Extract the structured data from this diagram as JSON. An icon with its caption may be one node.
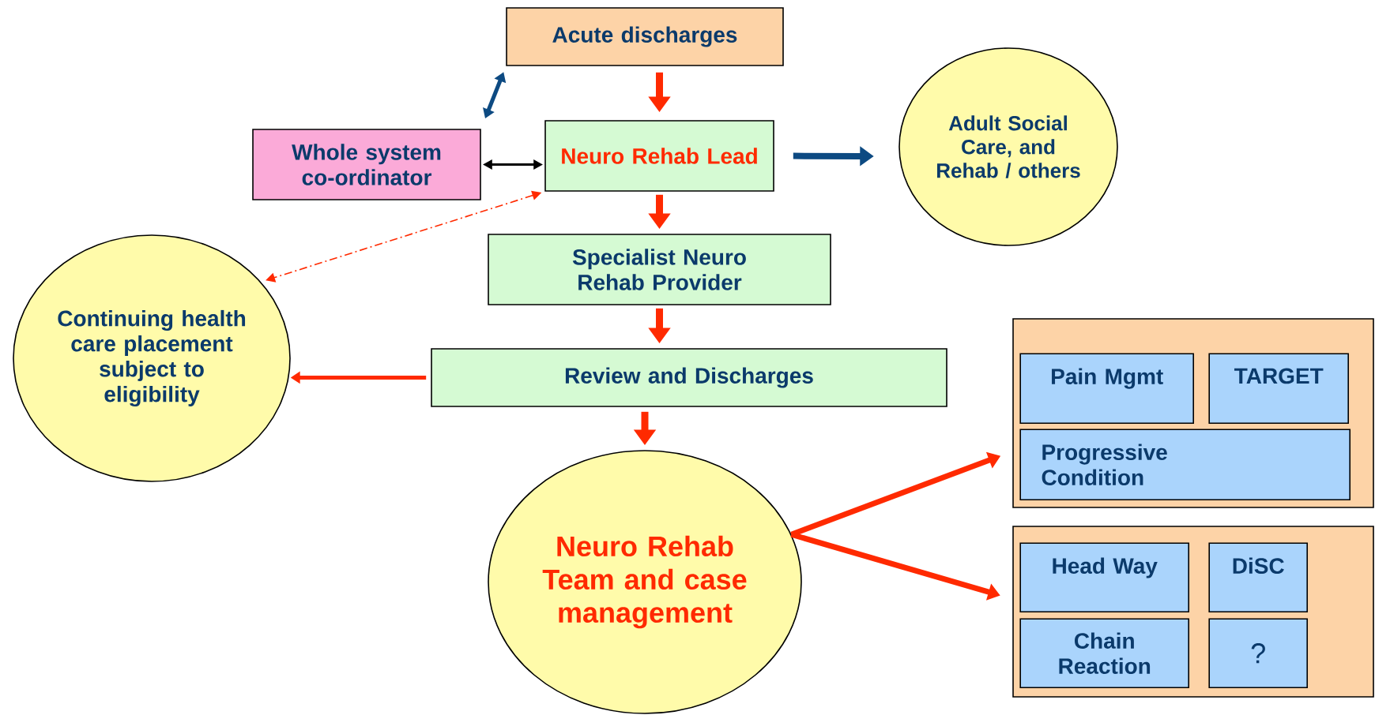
{
  "diagram": {
    "nodes": [
      {
        "text": [
          "Acute discharges"
        ]
      },
      {
        "text": [
          "Whole system co-ordinator"
        ]
      },
      {
        "text": [
          "Neuro Rehab Lead"
        ]
      },
      {
        "text": [
          "Adult Social Care, and Rehab / others"
        ]
      },
      {
        "text": [
          "Continuing health care placement subject to eligibility"
        ]
      },
      {
        "text": [
          "Specialist Neuro Rehab Provider"
        ]
      },
      {
        "text": [
          "Review and Discharges"
        ]
      },
      {
        "text": [
          "Neuro Rehab Team and case management"
        ]
      },
      {
        "text": [],
        "shape": "box"
      },
      {
        "text": [
          "Pain Mgmt"
        ],
        "in": 8
      },
      {
        "text": [
          "TARGET"
        ],
        "in": 8
      },
      {
        "text": [
          "Progressive Condition"
        ],
        "in": 8
      },
      {
        "text": [],
        "shape": "box"
      },
      {
        "text": [
          "Head Way"
        ],
        "in": 12
      },
      {
        "text": [
          "DiSC"
        ],
        "in": 12
      },
      {
        "text": [
          "Chain Reaction"
        ],
        "in": 12
      },
      {
        "text": [
          "?"
        ],
        "in": 12
      }
    ],
    "edges": [
      {
        "from": 0,
        "to": 2,
        "arrow": "to"
      },
      {
        "from": 1,
        "to": 0,
        "arrow": "both",
        "color": "#0d4a82"
      },
      {
        "from": 1,
        "to": 2,
        "arrow": "both",
        "color": "#000000"
      },
      {
        "from": 2,
        "to": 3,
        "arrow": "to",
        "color": "#0d4a82"
      },
      {
        "from": 2,
        "to": 4,
        "arrow": "both",
        "style": "dashed"
      },
      {
        "from": 2,
        "to": 5,
        "arrow": "to"
      },
      {
        "from": 5,
        "to": 6,
        "arrow": "to"
      },
      {
        "from": 6,
        "to": 4,
        "arrow": "to"
      },
      {
        "from": 6,
        "to": 7,
        "arrow": "to"
      },
      {
        "from": 7,
        "to": 8,
        "arrow": "to"
      },
      {
        "from": 7,
        "to": 12,
        "arrow": "to"
      }
    ]
  }
}
